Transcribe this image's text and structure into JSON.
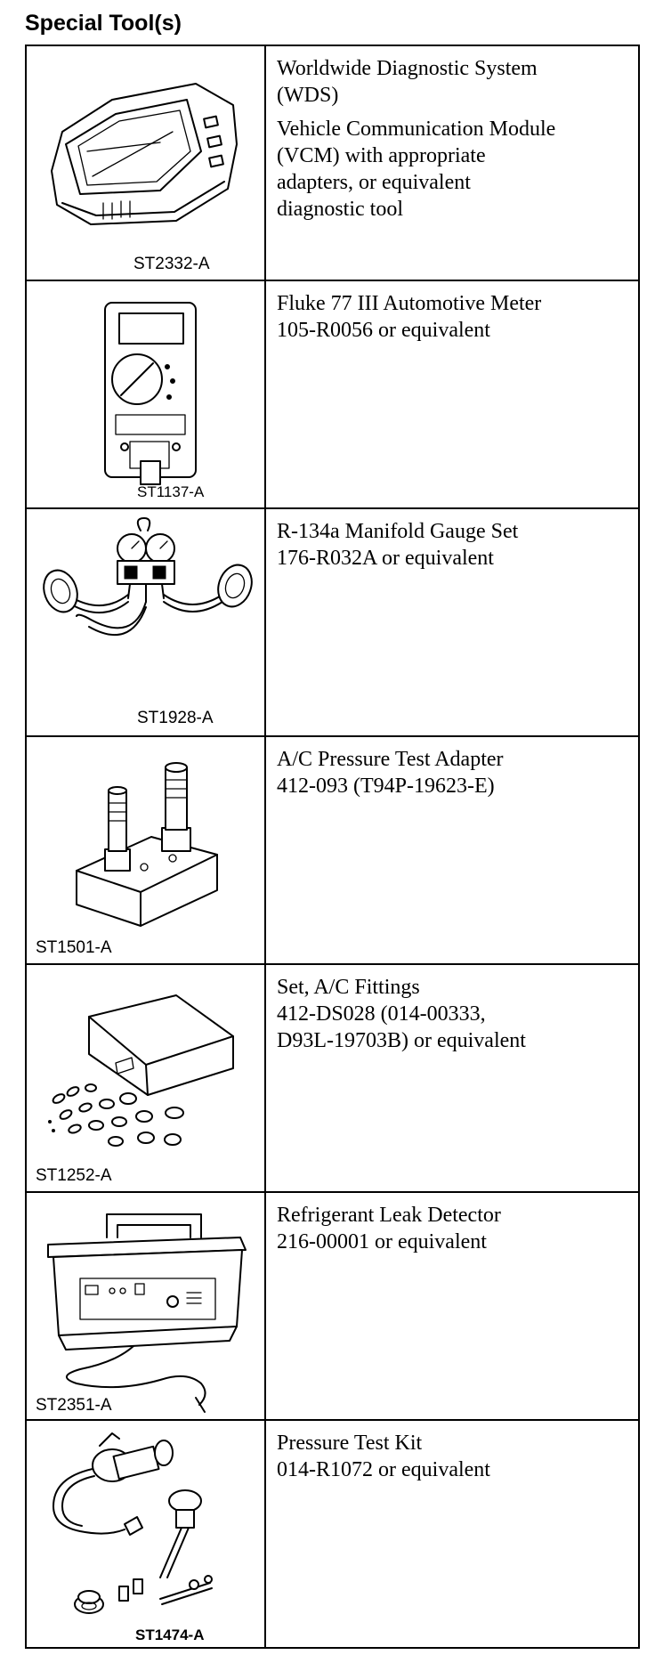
{
  "section": {
    "title": "Special Tool(s)"
  },
  "tools": [
    {
      "icon": "diagnostic-system-icon",
      "code": "ST2332-A",
      "description": [
        [
          "Worldwide Diagnostic System",
          "(WDS)"
        ],
        [
          "Vehicle Communication Module",
          "(VCM) with appropriate",
          "adapters, or equivalent",
          "diagnostic tool"
        ]
      ]
    },
    {
      "icon": "multimeter-icon",
      "code": "ST1137-A",
      "description": [
        [
          "Fluke 77 III Automotive Meter",
          "105-R0056 or equivalent"
        ]
      ]
    },
    {
      "icon": "manifold-gauge-icon",
      "code": "ST1928-A",
      "description": [
        [
          "R-134a Manifold Gauge Set",
          "176-R032A or equivalent"
        ]
      ]
    },
    {
      "icon": "pressure-adapter-icon",
      "code": "ST1501-A",
      "description": [
        [
          "A/C Pressure Test Adapter",
          "412-093 (T94P-19623-E)"
        ]
      ]
    },
    {
      "icon": "fittings-case-icon",
      "code": "ST1252-A",
      "description": [
        [
          "Set, A/C Fittings",
          "412-DS028 (014-00333,",
          "D93L-19703B) or equivalent"
        ]
      ]
    },
    {
      "icon": "leak-detector-icon",
      "code": "ST2351-A",
      "description": [
        [
          "Refrigerant Leak Detector",
          "216-00001 or equivalent"
        ]
      ]
    },
    {
      "icon": "pressure-test-kit-icon",
      "code": "ST1474-A",
      "description": [
        [
          "Pressure Test Kit",
          "014-R1072 or equivalent"
        ]
      ]
    }
  ]
}
